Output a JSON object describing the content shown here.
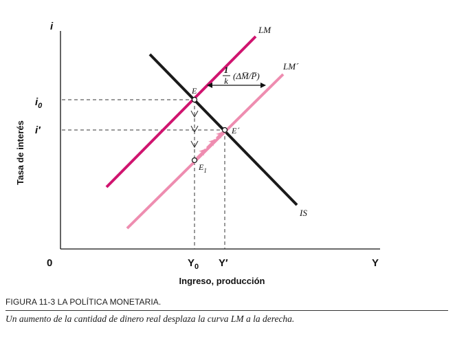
{
  "axes": {
    "y_label": "i",
    "x_label": "Y",
    "origin_label": "0",
    "y_title": "Tasa de interés",
    "x_title": "Ingreso, producción",
    "y_ticks": [
      {
        "main": "i",
        "sub": "0"
      },
      {
        "main": "i′",
        "sub": ""
      }
    ],
    "x_ticks": [
      {
        "main": "Y",
        "sub": "0"
      },
      {
        "main": "Y′",
        "sub": ""
      }
    ]
  },
  "curves": {
    "lm": "LM",
    "lm_prime": "LM´",
    "is": "IS"
  },
  "points": {
    "e": "E",
    "e_prime": "E´",
    "e1_main": "E",
    "e1_sub": "1"
  },
  "shift_label": {
    "numerator": "1",
    "denominator": "k",
    "expression": "(ΔM̅/P̅)"
  },
  "caption": {
    "title": "FIGURA 11-3   LA POLÍTICA MONETARIA.",
    "text": "Un aumento de la cantidad de dinero real desplaza la curva LM a la derecha."
  },
  "colors": {
    "lm": "#d0146f",
    "lm_prime": "#ee8db0",
    "is": "#1a1a1a",
    "axis": "#111111"
  }
}
